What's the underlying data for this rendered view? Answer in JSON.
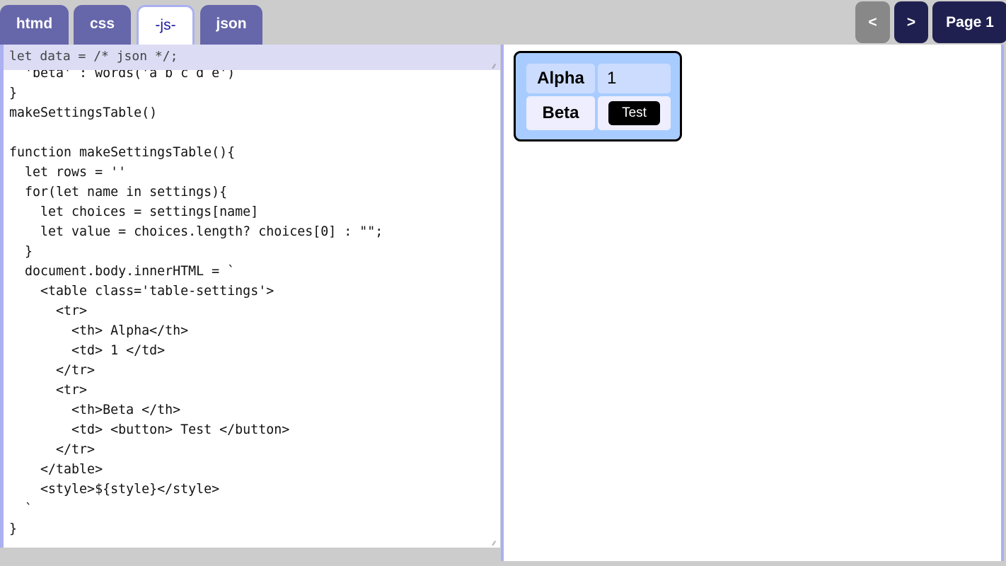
{
  "tabs": [
    {
      "label": "htmd"
    },
    {
      "label": "css"
    },
    {
      "label": "-js-"
    },
    {
      "label": "json"
    }
  ],
  "active_tab": "-js-",
  "nav": {
    "prev": "<",
    "next": ">",
    "page": "Page 1"
  },
  "editor": {
    "header_line": "let data = /* json */;",
    "code": "  'beta' : words('a b c d e')\n}\nmakeSettingsTable()\n\nfunction makeSettingsTable(){\n  let rows = ''\n  for(let name in settings){\n    let choices = settings[name]\n    let value = choices.length? choices[0] : \"\";\n  }\n  document.body.innerHTML = `\n    <table class='table-settings'>\n      <tr>\n        <th> Alpha</th>\n        <td> 1 </td>\n      </tr>\n      <tr>\n        <th>Beta </th>\n        <td> <button> Test </button>\n      </tr>\n    </table>\n    <style>${style}</style>\n  `\n}"
  },
  "preview": {
    "rows": [
      {
        "label": "Alpha",
        "value": "1"
      },
      {
        "label": "Beta",
        "button": "Test"
      }
    ]
  },
  "colors": {
    "tab": "#6666aa",
    "nav_dark": "#202050",
    "nav_disabled": "#888888",
    "panel_border": "#aab0f0",
    "table_bg": "#a8ccff"
  }
}
